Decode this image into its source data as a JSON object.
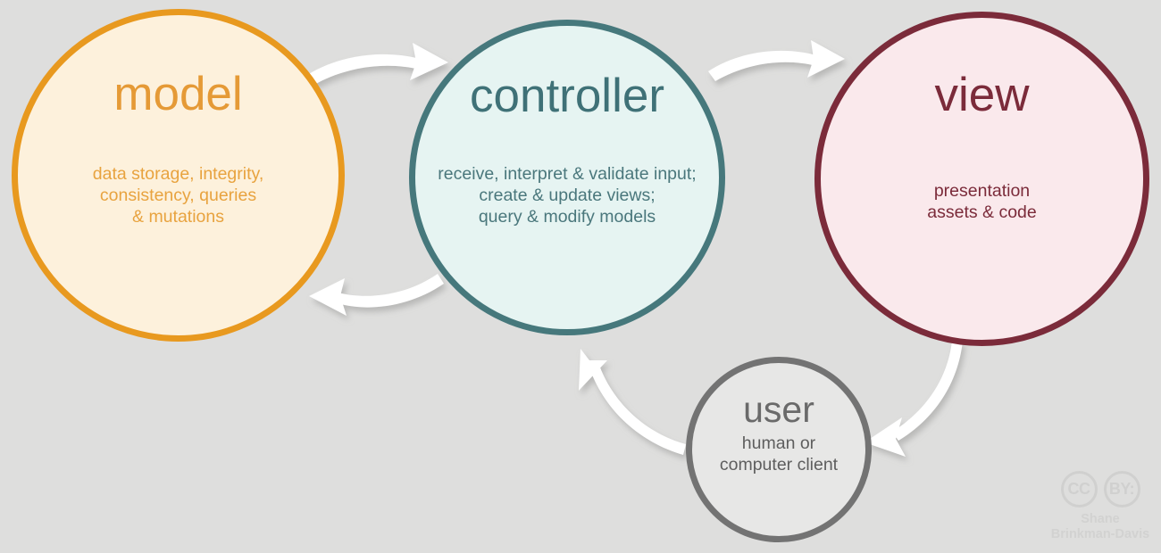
{
  "diagram": {
    "background_color": "#dededd",
    "arrow_color": "#ffffff",
    "nodes": [
      {
        "key": "model",
        "title": "model",
        "description": "data storage, integrity,\nconsistency, queries\n& mutations",
        "fill_color": "#fdf1dc",
        "border_color": "#e8991f",
        "text_color": "#e59a36"
      },
      {
        "key": "controller",
        "title": "controller",
        "description": "receive, interpret & validate input;\ncreate & update views;\nquery & modify models",
        "fill_color": "#e6f4f2",
        "border_color": "#46787c",
        "text_color": "#3f7177"
      },
      {
        "key": "view",
        "title": "view",
        "description": "presentation\nassets & code",
        "fill_color": "#fae9ec",
        "border_color": "#7b2b3a",
        "text_color": "#7b2b3a"
      },
      {
        "key": "user",
        "title": "user",
        "description": "human or\ncomputer client",
        "fill_color": "#e7e7e6",
        "border_color": "#737373",
        "text_color": "#6a6a6a"
      }
    ],
    "arrows": [
      {
        "key": "model-to-controller",
        "from": "model",
        "to": "controller"
      },
      {
        "key": "controller-to-model",
        "from": "controller",
        "to": "model"
      },
      {
        "key": "controller-to-view",
        "from": "controller",
        "to": "view"
      },
      {
        "key": "view-to-user",
        "from": "view",
        "to": "user"
      },
      {
        "key": "user-to-controller",
        "from": "user",
        "to": "controller"
      }
    ]
  },
  "attribution": {
    "badge_cc": "CC",
    "badge_by": "BY:",
    "name": "Shane\nBrinkman-Davis",
    "color": "#d2d2d1"
  }
}
